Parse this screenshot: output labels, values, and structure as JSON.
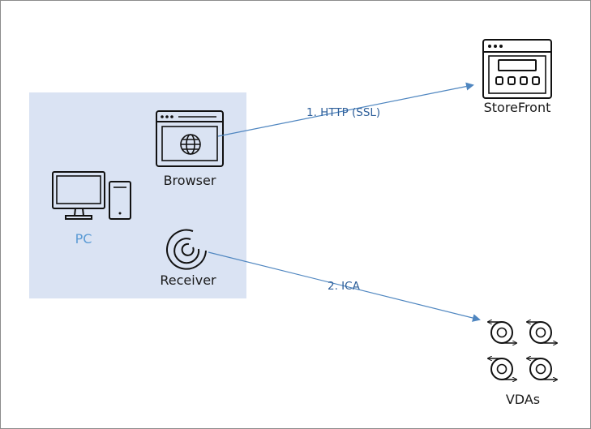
{
  "pc_group": {
    "label": "PC"
  },
  "nodes": {
    "browser": {
      "label": "Browser",
      "icon": "browser-globe-icon"
    },
    "receiver": {
      "label": "Receiver",
      "icon": "receiver-icon"
    },
    "storefront": {
      "label": "StoreFront",
      "icon": "storefront-icon"
    },
    "vdas": {
      "label": "VDAs",
      "icon": "vda-cluster-icon"
    },
    "pc": {
      "icon": "desktop-computer-icon"
    }
  },
  "edges": [
    {
      "from": "browser",
      "to": "storefront",
      "label": "1.  HTTP (SSL)"
    },
    {
      "from": "receiver",
      "to": "vdas",
      "label": "2.  ICA"
    }
  ],
  "colors": {
    "group_fill": "#dae3f3",
    "connector": "#4f86c0",
    "pc_label": "#5b9bd5",
    "edge_label": "#2e5f9a"
  }
}
